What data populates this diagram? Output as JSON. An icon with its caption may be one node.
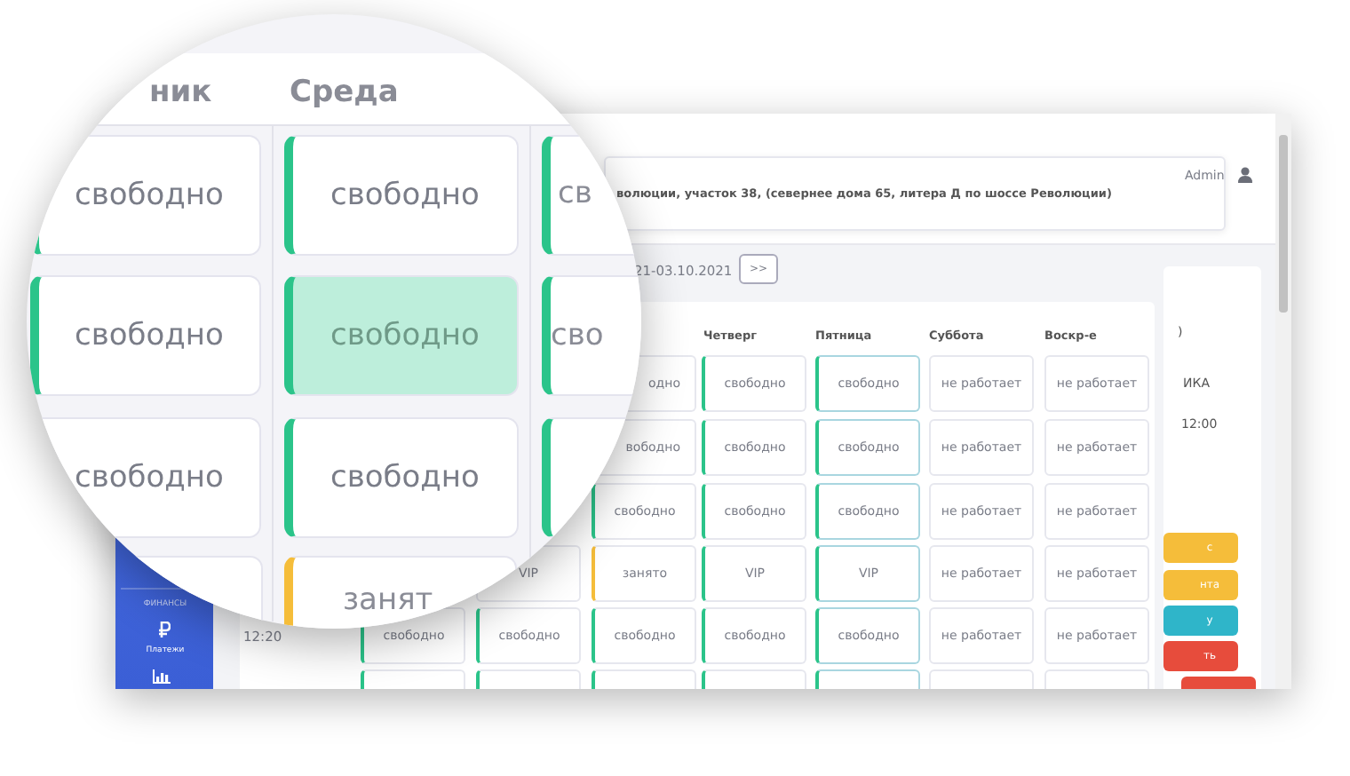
{
  "diagram": {
    "labels": [
      "ник",
      "Среда",
      "свободно",
      "свободно",
      "св",
      "свободно",
      "свободно",
      "сво",
      "свободно",
      "свободно",
      "занят",
      "волюции, участок 38, (севернее дома 65, литера Д по шоссе Революции)",
      "Admin",
      "21-03.10.2021",
      ">>",
      "Четверг",
      "Пятница",
      "Суббота",
      "Воскр-е",
      "одно",
      "свободно",
      "свободно",
      "не работает",
      "не работает",
      "вободно",
      "свободно",
      "свободно",
      "не работает",
      "не работает",
      "свободно",
      "свободно",
      "свободно",
      "не работает",
      "не работает",
      "VIP",
      "занято",
      "VIP",
      "VIP",
      "не работает",
      "не работает",
      "12:20",
      "свободно",
      "свободно",
      "свободно",
      "свободно",
      "свободно",
      "не работает",
      "не работает",
      "ФИНАНСЫ",
      "Платежи",
      ")",
      "ИКА",
      "12:00",
      "с",
      "нта",
      "у",
      "ть"
    ]
  }
}
